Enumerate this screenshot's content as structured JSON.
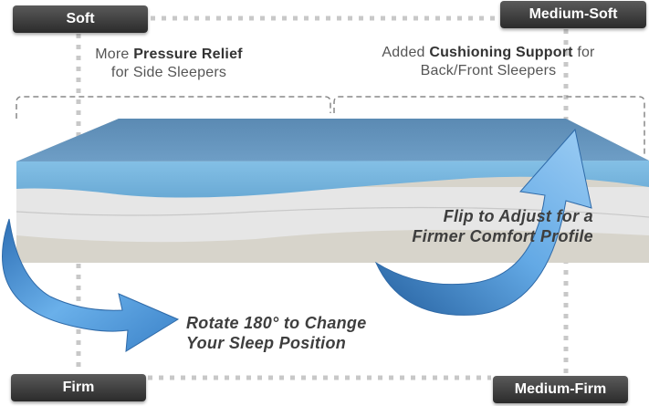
{
  "labels": {
    "soft": "Soft",
    "medium_soft": "Medium-Soft",
    "firm": "Firm",
    "medium_firm": "Medium-Firm"
  },
  "notes": {
    "left": {
      "prefix": "More ",
      "bold": "Pressure Relief",
      "line2": "for Side Sleepers"
    },
    "right": {
      "prefix": "Added ",
      "bold": "Cushioning Support",
      "suffix": " for",
      "line2": "Back/Front Sleepers"
    }
  },
  "captions": {
    "flip_line1": "Flip to Adjust for a",
    "flip_line2": "Firmer Comfort Profile",
    "rotate_line1": "Rotate 180° to Change",
    "rotate_line2": "Your Sleep Position"
  },
  "colors": {
    "foam_top": "#5e8fb8",
    "foam_side": "#7fb7dd",
    "layer_gray": "#e2e2e2",
    "layer_base": "#d8d5cc",
    "arrow": "#4a8fd0",
    "label_bg": "#3a3a3a"
  }
}
